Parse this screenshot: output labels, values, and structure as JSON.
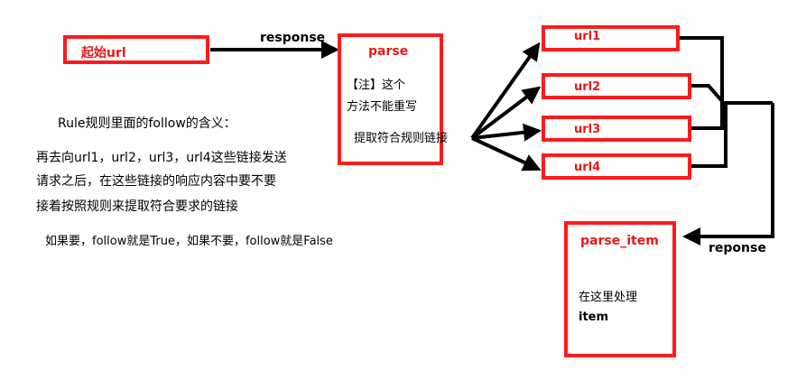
{
  "start": {
    "label": "起始url"
  },
  "response_label": "response",
  "reponse_label": "reponse",
  "parse": {
    "title": "parse",
    "note_line1": "【注】这个",
    "note_line2": "方法不能重写",
    "extract": "提取符合规则链接"
  },
  "urls": [
    "url1",
    "url2",
    "url3",
    "url4"
  ],
  "parse_item": {
    "title": "parse_item",
    "line1": "在这里处理",
    "line2": "item"
  },
  "explanation": {
    "heading": "Rule规则里面的follow的含义：",
    "line1": "再去向url1，url2，url3，url4这些链接发送",
    "line2": "请求之后，在这些链接的响应内容中要不要",
    "line3": "接着按照规则来提取符合要求的链接",
    "line4": "如果要，follow就是True，如果不要，follow就是False"
  },
  "colors": {
    "box_border": "#ff1a1a",
    "box_title": "#e81818",
    "line": "#000000"
  }
}
